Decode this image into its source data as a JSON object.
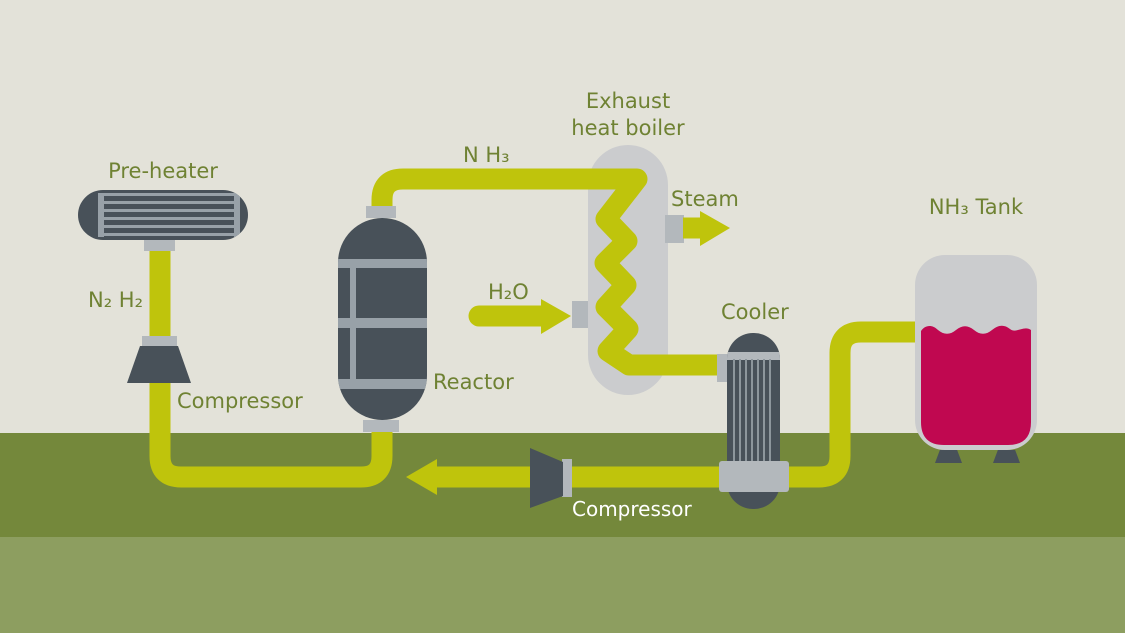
{
  "diagram_title_implied": "Ammonia synthesis process flow",
  "labels": {
    "pre_heater": "Pre-heater",
    "n2_h2": "N₂ H₂",
    "compressor_feed": "Compressor",
    "reactor": "Reactor",
    "nh3_line": "N H₃",
    "exhaust_boiler_line1": "Exhaust",
    "exhaust_boiler_line2": "heat boiler",
    "h2o": "H₂O",
    "steam": "Steam",
    "cooler": "Cooler",
    "compressor_recycle": "Compressor",
    "nh3_tank": "NH₃ Tank"
  },
  "colors": {
    "background_beige": "#e3e2d9",
    "ground_olive": "#74883b",
    "ground_light_green": "#8d9e60",
    "pipe_lime": "#bfc40c",
    "equipment_slate": "#485159",
    "equipment_light_stripe": "#98a1a8",
    "flange_gray": "#b3b8bc",
    "vessel_light_gray": "#cbccce",
    "tank_liquid_crimson": "#c00850",
    "label_green": "#6f8233",
    "label_white": "#ffffff"
  }
}
